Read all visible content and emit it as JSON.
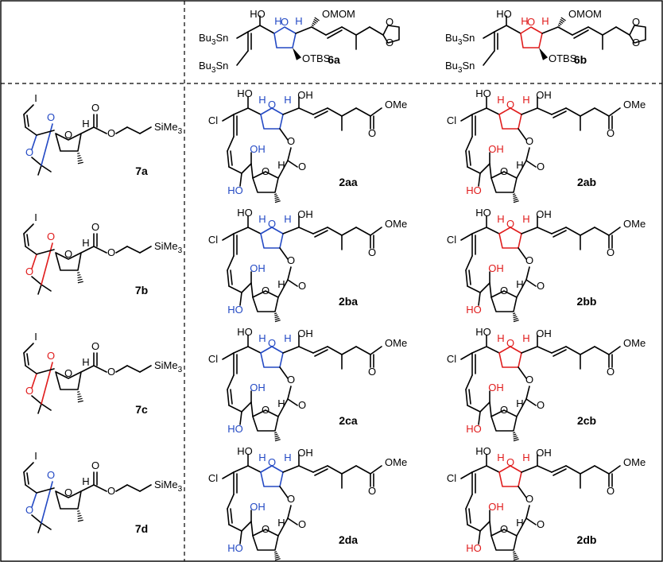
{
  "header": {
    "compounds": [
      {
        "id": "6a",
        "theme": "blue",
        "labels": {
          "ho": "HO",
          "omom": "OMOM",
          "bu_top": "Bu3Sn",
          "bu_bottom": "Bu3Sn",
          "otbs": "OTBS",
          "ring_o": "O",
          "h1": "H",
          "h2": "H"
        }
      },
      {
        "id": "6b",
        "theme": "red",
        "labels": {
          "ho": "HO",
          "omom": "OMOM",
          "bu_top": "Bu3Sn",
          "bu_bottom": "Bu3Sn",
          "otbs": "OTBS",
          "ring_o": "O",
          "h1": "H",
          "h2": "H"
        }
      }
    ]
  },
  "rows": [
    {
      "left": {
        "id": "7a",
        "theme": "blue",
        "labels": {
          "i": "I",
          "o1": "O",
          "o2": "O",
          "ring_o": "O",
          "h": "H",
          "sime3": "SiMe3"
        }
      },
      "mid": {
        "id": "2aa",
        "theme": "blue",
        "labels": {
          "cl": "Cl",
          "ho": "HO",
          "oh": "OH",
          "ome": "OMe",
          "oh2": "OH",
          "ho2": "HO",
          "ring_o": "O",
          "ring_o2": "O",
          "h": "H",
          "h2": "H",
          "o": "O"
        }
      },
      "right": {
        "id": "2ab",
        "theme": "red",
        "labels": {
          "cl": "Cl",
          "ho": "HO",
          "oh": "OH",
          "ome": "OMe",
          "oh2": "OH",
          "ho2": "HO",
          "ring_o": "O",
          "ring_o2": "O",
          "h": "H",
          "h2": "H",
          "o": "O"
        }
      }
    },
    {
      "left": {
        "id": "7b",
        "theme": "red",
        "labels": {
          "i": "I",
          "o1": "O",
          "o2": "O",
          "ring_o": "O",
          "h": "H",
          "sime3": "SiMe3"
        }
      },
      "mid": {
        "id": "2ba",
        "theme": "blue",
        "labels": {
          "cl": "Cl",
          "ho": "HO",
          "oh": "OH",
          "ome": "OMe",
          "oh2": "OH",
          "ho2": "HO",
          "ring_o": "O",
          "ring_o2": "O",
          "h": "H",
          "h2": "H",
          "o": "O"
        }
      },
      "right": {
        "id": "2bb",
        "theme": "red",
        "labels": {
          "cl": "Cl",
          "ho": "HO",
          "oh": "OH",
          "ome": "OMe",
          "oh2": "OH",
          "ho2": "HO",
          "ring_o": "O",
          "ring_o2": "O",
          "h": "H",
          "h2": "H",
          "o": "O"
        }
      }
    },
    {
      "left": {
        "id": "7c",
        "theme": "red",
        "labels": {
          "i": "I",
          "o1": "O",
          "o2": "O",
          "ring_o": "O",
          "h": "H",
          "sime3": "SiMe3"
        }
      },
      "mid": {
        "id": "2ca",
        "theme": "blue",
        "labels": {
          "cl": "Cl",
          "ho": "HO",
          "oh": "OH",
          "ome": "OMe",
          "oh2": "OH",
          "ho2": "HO",
          "ring_o": "O",
          "ring_o2": "O",
          "h": "H",
          "h2": "H",
          "o": "O"
        }
      },
      "right": {
        "id": "2cb",
        "theme": "red",
        "labels": {
          "cl": "Cl",
          "ho": "HO",
          "oh": "OH",
          "ome": "OMe",
          "oh2": "OH",
          "ho2": "HO",
          "ring_o": "O",
          "ring_o2": "O",
          "h": "H",
          "h2": "H",
          "o": "O"
        }
      }
    },
    {
      "left": {
        "id": "7d",
        "theme": "blue",
        "labels": {
          "i": "I",
          "o1": "O",
          "o2": "O",
          "ring_o": "O",
          "h": "H",
          "sime3": "SiMe3"
        }
      },
      "mid": {
        "id": "2da",
        "theme": "blue",
        "labels": {
          "cl": "Cl",
          "ho": "HO",
          "oh": "OH",
          "ome": "OMe",
          "oh2": "OH",
          "ho2": "HO",
          "ring_o": "O",
          "ring_o2": "O",
          "h": "H",
          "h2": "H",
          "o": "O"
        }
      },
      "right": {
        "id": "2db",
        "theme": "red",
        "labels": {
          "cl": "Cl",
          "ho": "HO",
          "oh": "OH",
          "ome": "OMe",
          "oh2": "OH",
          "ho2": "HO",
          "ring_o": "O",
          "ring_o2": "O",
          "h": "H",
          "h2": "H",
          "o": "O"
        }
      }
    }
  ],
  "colors": {
    "blue": "#2349c4",
    "red": "#e01c1c",
    "black": "#000000"
  }
}
